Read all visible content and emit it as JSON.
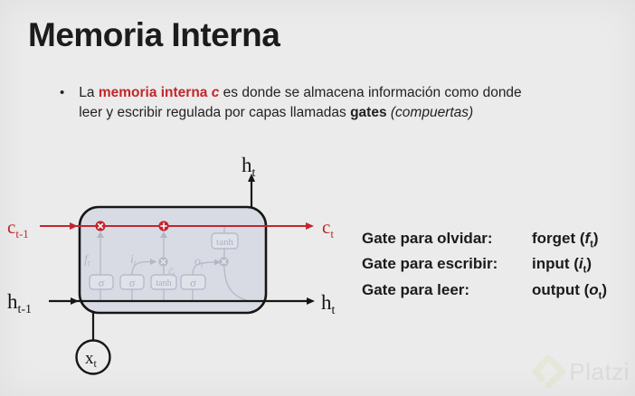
{
  "slide": {
    "title": "Memoria Interna",
    "bullet": {
      "marker": "•",
      "l1_pre": "La ",
      "l1_highlight": "memoria interna ",
      "l1_highlight_var": "c",
      "l1_rest": " es donde se almacena información como donde",
      "l2_pre": "leer y escribir regulada por capas llamadas ",
      "l2_bold": "gates",
      "l2_italic": " (compuertas)"
    }
  },
  "diagram": {
    "labels": {
      "c_prev": {
        "base": "c",
        "sub": "t-1"
      },
      "c_next": {
        "base": "c",
        "sub": "t"
      },
      "h_prev": {
        "base": "h",
        "sub": "t-1"
      },
      "h_top": {
        "base": "h",
        "sub": "t"
      },
      "h_right": {
        "base": "h",
        "sub": "t"
      },
      "x_in": {
        "base": "x",
        "sub": "t"
      },
      "f": {
        "base": "f",
        "sub": "t"
      },
      "i": {
        "base": "i",
        "sub": "t"
      },
      "o": {
        "base": "o",
        "sub": "t"
      },
      "c_tilde": {
        "base": "c̃",
        "sub": "t"
      }
    },
    "gate_sigma": "σ",
    "gate_tanh": "tanh",
    "colors": {
      "cell_state_red": "#c1272d",
      "cell_fill": "#d9dbe4",
      "cell_border": "#161616",
      "faint_inner": "#b7bbca",
      "background": "#ebebeb"
    }
  },
  "gate_list": {
    "rows": [
      {
        "label": "Gate para olvidar:",
        "value_pre": "forget (",
        "var": "f",
        "sub": "t",
        "value_post": ")"
      },
      {
        "label": "Gate para escribir:",
        "value_pre": "input (",
        "var": "i",
        "sub": "t",
        "value_post": ")"
      },
      {
        "label": "Gate para leer:",
        "value_pre": "output (",
        "var": "o",
        "sub": "t",
        "value_post": ")"
      }
    ]
  },
  "watermark": {
    "brand": "Platzi",
    "logo_icon": "platzi-chevron-icon"
  }
}
